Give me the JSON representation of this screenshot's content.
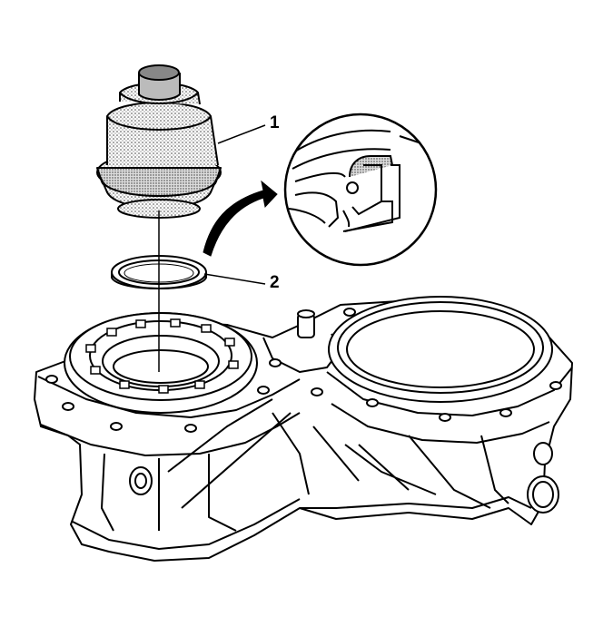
{
  "callouts": [
    {
      "id": "1",
      "text": "1"
    },
    {
      "id": "2",
      "text": "2"
    }
  ],
  "colors": {
    "line": "#000000",
    "background": "#ffffff",
    "stipple": "#555555"
  }
}
